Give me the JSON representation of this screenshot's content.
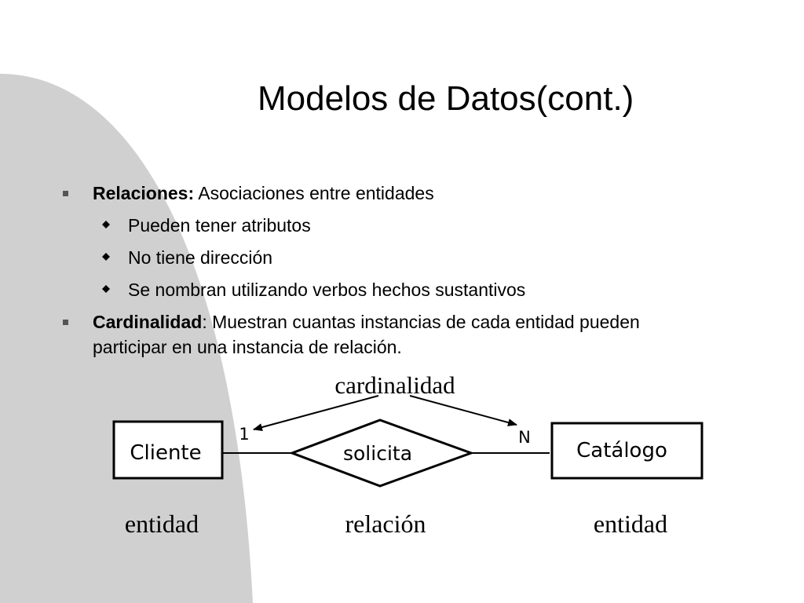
{
  "slide": {
    "title": "Modelos de Datos(cont.)",
    "bullets": [
      {
        "label": "Relaciones:",
        "text": " Asociaciones entre entidades",
        "sub": [
          "Pueden tener atributos",
          "No tiene dirección",
          "Se nombran utilizando verbos hechos sustantivos"
        ]
      },
      {
        "label": "Cardinalidad",
        "text": ": Muestran cuantas instancias de cada entidad pueden",
        "text_line2": "participar en una instancia de relación."
      }
    ]
  },
  "diagram": {
    "cardinality_label": "cardinalidad",
    "entity_left": "Cliente",
    "relationship": "solicita",
    "entity_right": "Catálogo",
    "card_left": "1",
    "card_right": "N",
    "caption_left": "entidad",
    "caption_middle": "relación",
    "caption_right": "entidad"
  },
  "colors": {
    "swoosh": "#d0d0d0",
    "bullet_square": "#555555",
    "diamond_bullet": "#000000"
  }
}
